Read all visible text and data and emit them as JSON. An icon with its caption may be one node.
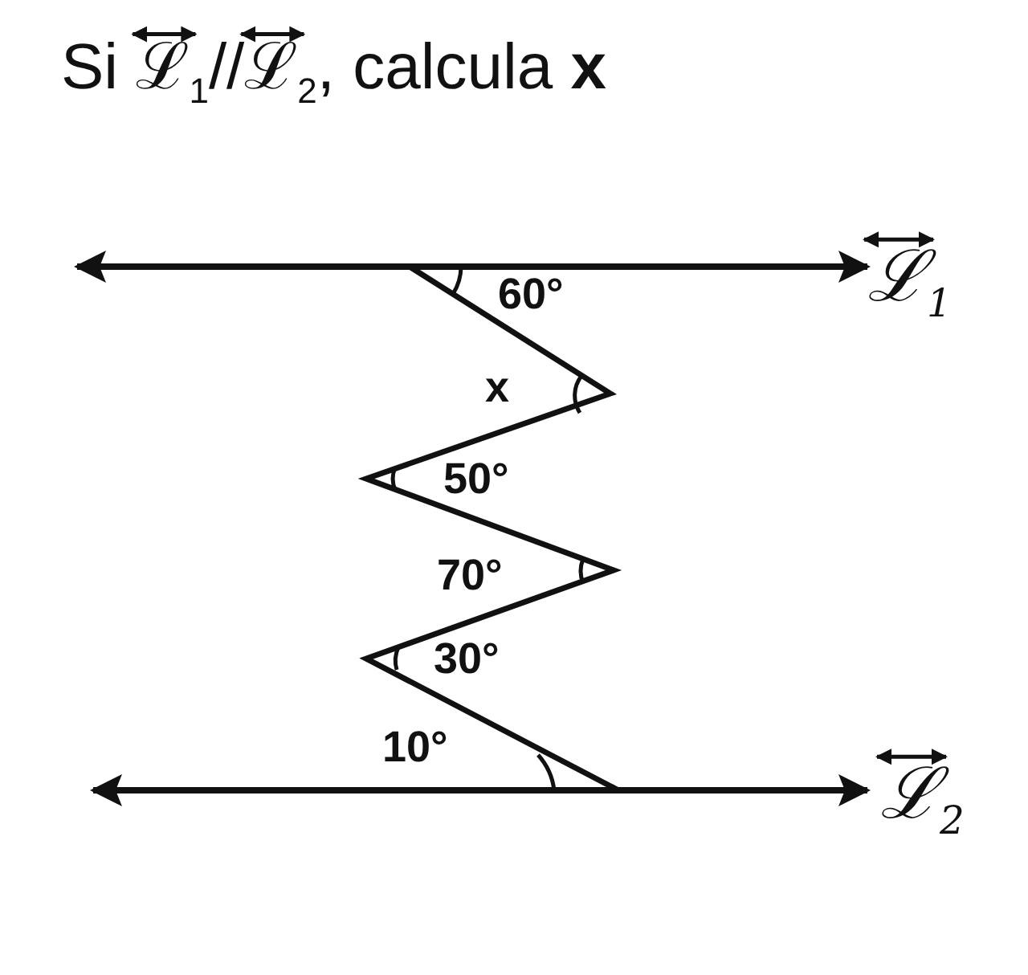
{
  "diagram": {
    "title": "Si ℒ$_{1}$//ℒ$_{2}$, calcula **x**",
    "labels": [
      "60°",
      "x",
      "50°",
      "70°",
      "30°",
      "10°",
      "ℒ$_{1}$",
      "ℒ$_{2}$"
    ]
  }
}
